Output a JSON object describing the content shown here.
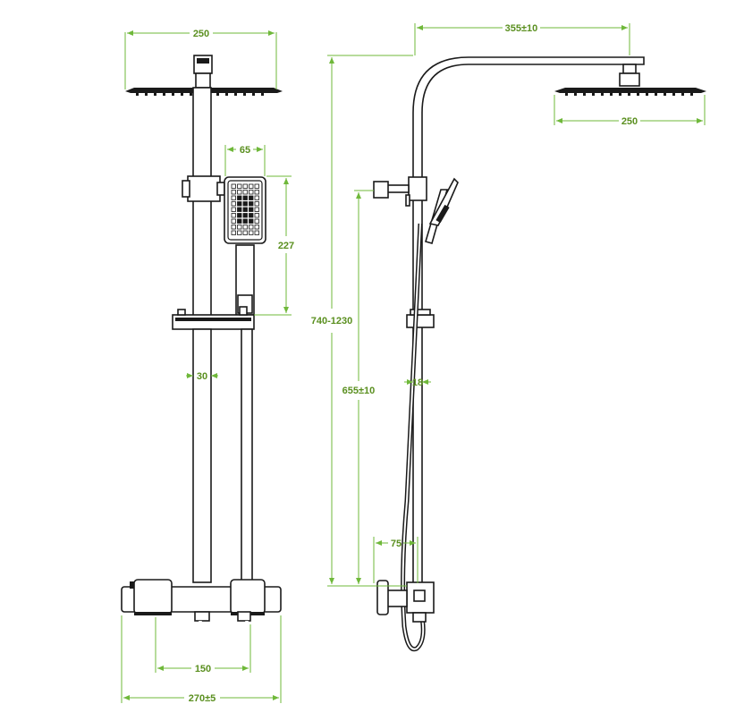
{
  "drawing": {
    "line_color": "#1a1a1a",
    "dimension_color": "#6fb83a",
    "dimensions": {
      "head_width_front": "250",
      "handshower_width": "65",
      "handshower_height": "227",
      "slider_width": "30",
      "valve_inlet_spacing": "150",
      "valve_width": "270±5",
      "arm_reach": "355±10",
      "head_width_side": "250",
      "total_height": "740-1230",
      "valve_to_slider": "655±10",
      "pipe_diameter": "18",
      "valve_depth": "75"
    }
  }
}
